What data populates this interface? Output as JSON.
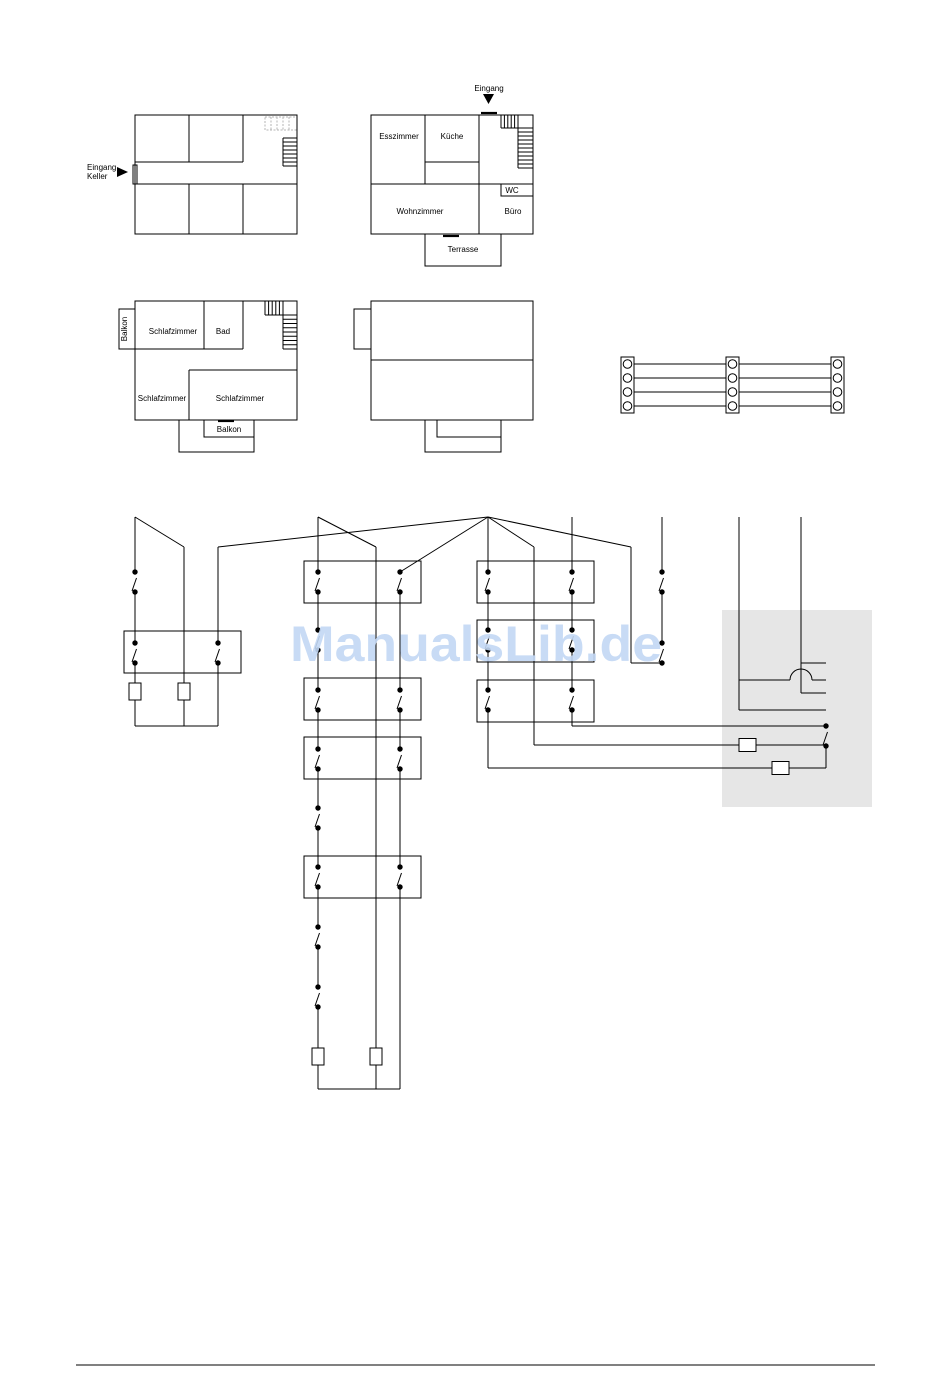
{
  "floorplans": {
    "keller": {
      "entrance_line1": "Eingang",
      "entrance_line2": "Keller"
    },
    "erdgeschoss": {
      "entrance": "Eingang",
      "rooms": [
        "Esszimmer",
        "Küche",
        "WC",
        "Wohnzimmer",
        "Büro",
        "Terrasse"
      ]
    },
    "obergeschoss": {
      "rooms": [
        "Balkon",
        "Schlafzimmer",
        "Bad",
        "Schlafzimmer",
        "Schlafzimmer",
        "Balkon"
      ]
    }
  },
  "watermark": "ManualsLib.de",
  "colors": {
    "line": "#000000",
    "shaded_area": "#e6e6e6",
    "watermark": "#c3d8f4"
  }
}
